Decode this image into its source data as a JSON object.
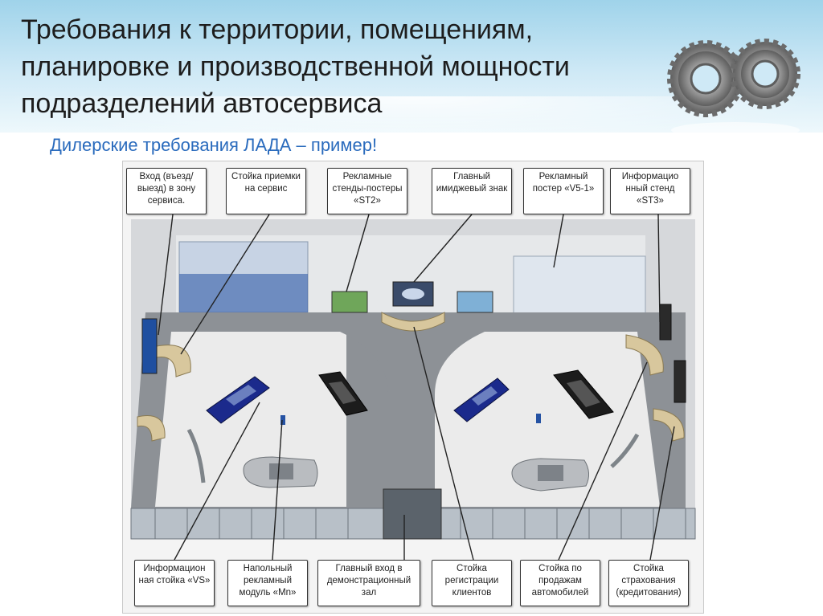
{
  "header": {
    "title": "Требования к территории, помещениям, планировке и производственной мощности подразделений автосервиса",
    "subtitle": "Дилерские требования ЛАДА – пример!"
  },
  "diagram": {
    "top_callouts": [
      "Вход (въезд/ выезд) в зону сервиса.",
      "Стойка приемки на сервис",
      "Рекламные стенды-постеры «ST2»",
      "Главный имиджевый знак",
      "Рекламный постер «V5-1»",
      "Информацио нный стенд «ST3»"
    ],
    "bottom_callouts": [
      "Информацион ная стойка «VS»",
      "Напольный рекламный модуль «Mn»",
      "Главный вход в демонстрационный зал",
      "Стойка регистрации клиентов",
      "Стойка по продажам автомобилей",
      "Стойка страхования (кредитования)"
    ]
  },
  "colors": {
    "header_top": "#9fd3ea",
    "subtitle": "#2a6bbd",
    "floor_light": "#e9e9e9",
    "floor_dark": "#8d9196",
    "glass_blue": "#1f4fa0",
    "car_blue": "#1b2a8c",
    "car_black": "#1c1c1c",
    "car_silver": "#b9bcc0",
    "desk_beige": "#d8c79d"
  }
}
